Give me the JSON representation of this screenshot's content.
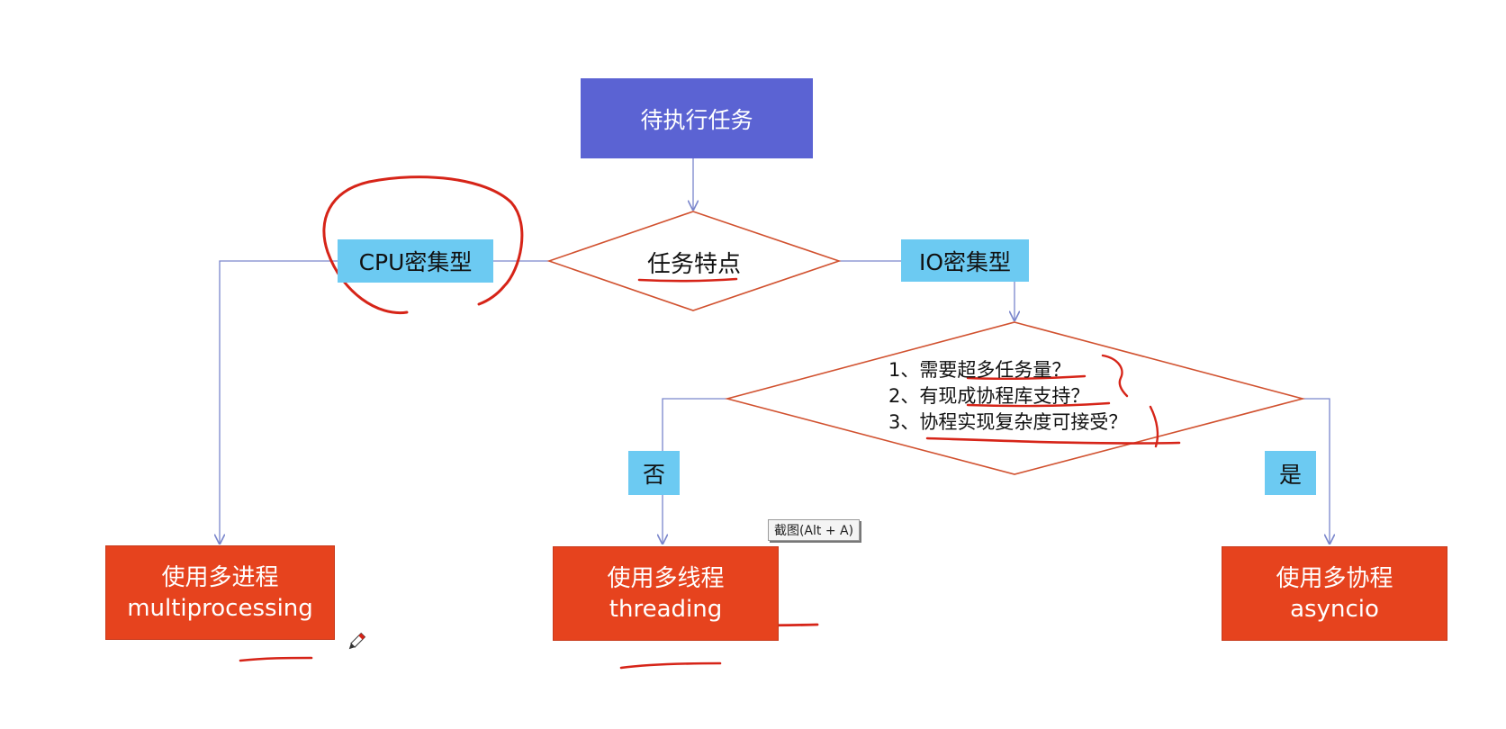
{
  "colors": {
    "start_fill": "#5b63d3",
    "result_fill": "#e6431e",
    "label_fill": "#6ccaf2",
    "decision_stroke": "#d1512f",
    "connector": "#7a86cc",
    "annotation": "#d62418"
  },
  "nodes": {
    "start": "待执行任务",
    "decision_main": "任务特点",
    "label_cpu": "CPU密集型",
    "label_io": "IO密集型",
    "decision_io": {
      "line1": "1、需要超多任务量？",
      "line2": "2、有现成协程库支持？",
      "line3": "3、协程实现复杂度可接受？"
    },
    "label_no": "否",
    "label_yes": "是",
    "result_process": {
      "line1": "使用多进程",
      "line2": "multiprocessing"
    },
    "result_thread": {
      "line1": "使用多线程",
      "line2": "threading"
    },
    "result_coroutine": {
      "line1": "使用多协程",
      "line2": "asyncio"
    }
  },
  "tooltip": "截图(Alt + A)",
  "icons": {
    "cursor": "pen-cursor-icon"
  }
}
